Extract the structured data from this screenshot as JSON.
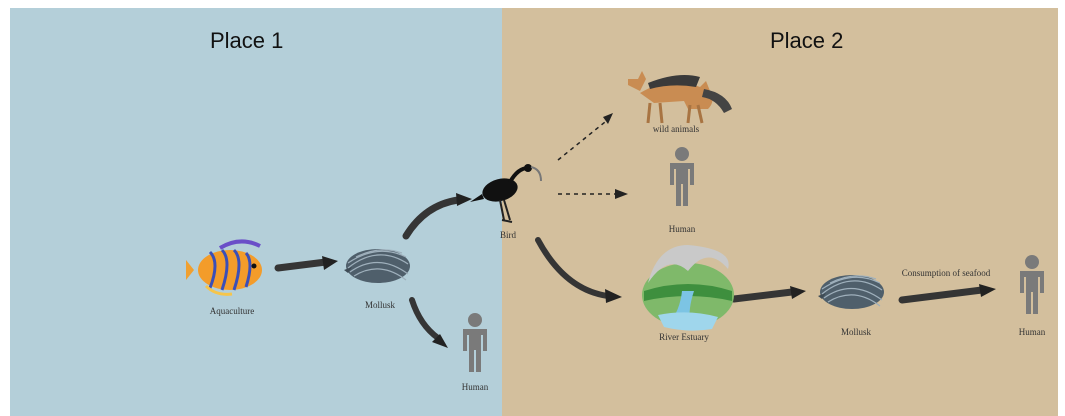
{
  "places": [
    {
      "title": "Place 1"
    },
    {
      "title": "Place 2"
    }
  ],
  "nodes": {
    "aquaculture": "Aquaculture",
    "mollusk_1": "Mollusk",
    "human_1": "Human",
    "bird": "Bird",
    "wild_animals": "wild animals",
    "human_2": "Human",
    "river_estuary": "River Estuary",
    "mollusk_2": "Mollusk",
    "human_3": "Human"
  },
  "edges": {
    "consumption": "Consumption of seafood"
  },
  "colors": {
    "place1_bg": "#b4cfd9",
    "place2_bg": "#d3bf9d",
    "arrow": "#3a3a3a",
    "human": "#7a7a7a",
    "shell": "#5a6b78"
  }
}
